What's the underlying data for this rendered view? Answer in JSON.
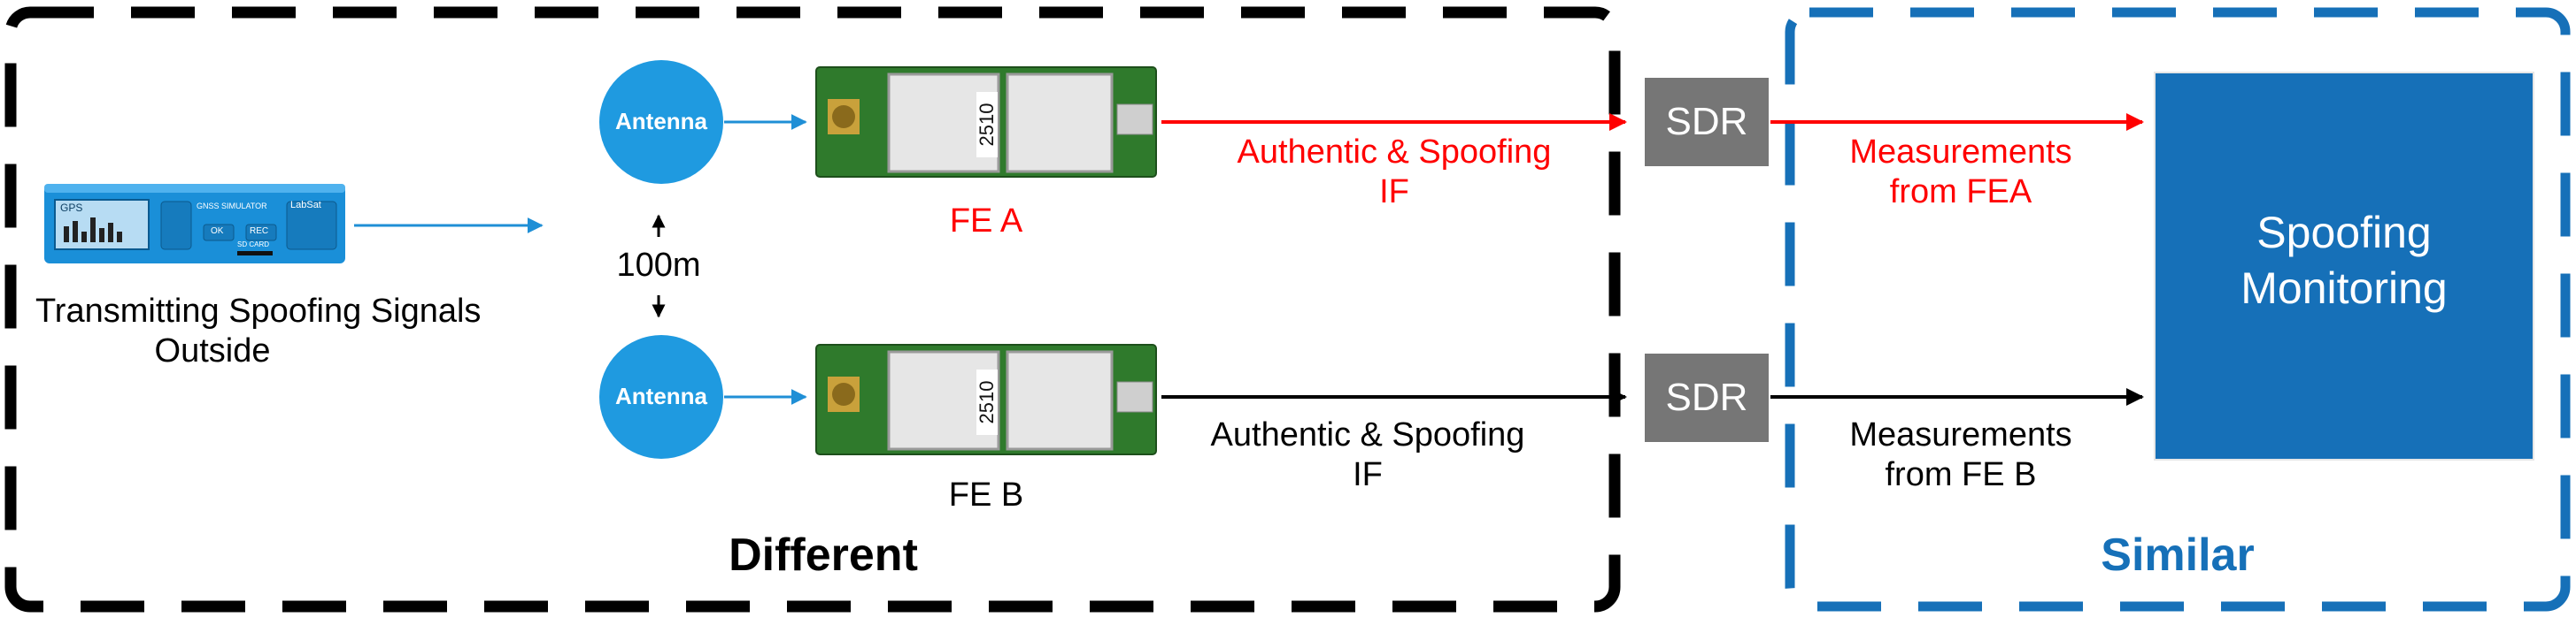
{
  "colors": {
    "accent_blue": "#1f8fd6",
    "monitor_blue": "#1670b8",
    "region_blue": "#1670b8",
    "sdr_gray": "#767676",
    "red": "#ff0000",
    "black": "#000000",
    "pcb_green": "#2f7a2c"
  },
  "transmitter": {
    "caption_line1": "Transmitting Spoofing Signals",
    "caption_line2": "Outside",
    "screen_text": "GPS",
    "model_text": "GNSS SIMULATOR",
    "brand_text": "LabSat",
    "card_text": "SD CARD",
    "btn_ok": "OK",
    "btn_rec": "REC"
  },
  "antennas": {
    "top_label": "Antenna",
    "bottom_label": "Antenna",
    "separation": "100m"
  },
  "front_ends": {
    "a_label": "FE A",
    "b_label": "FE B",
    "board_marking": "2510"
  },
  "if_labels": {
    "top_line1": "Authentic & Spoofing",
    "top_line2": "IF",
    "bottom_line1": "Authentic & Spoofing",
    "bottom_line2": "IF"
  },
  "sdr": {
    "top_label": "SDR",
    "bottom_label": "SDR"
  },
  "measurements": {
    "top_line1": "Measurements",
    "top_line2": "from FEA",
    "bottom_line1": "Measurements",
    "bottom_line2": "from FE B"
  },
  "monitor": {
    "line1": "Spoofing",
    "line2": "Monitoring"
  },
  "regions": {
    "left_label": "Different",
    "right_label": "Similar"
  }
}
